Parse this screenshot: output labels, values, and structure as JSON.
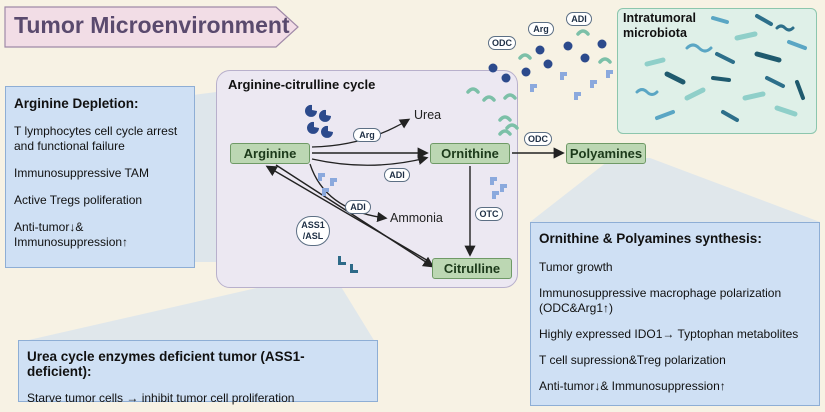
{
  "banner": {
    "title": "Tumor Microenvironment"
  },
  "arginine_panel": {
    "title": "Arginine Depletion:",
    "items": [
      "T lymphocytes cell cycle arrest and functional failure",
      "Immunosuppressive TAM",
      "Active Tregs poliferation",
      "Anti-tumor↓& Immunosuppression↑"
    ]
  },
  "cycle": {
    "title": "Arginine-citrulline cycle",
    "nodes": {
      "arginine": "Arginine",
      "ornithine": "Ornithine",
      "citrulline": "Citrulline",
      "polyamines": "Polyamines"
    },
    "products": {
      "urea": "Urea",
      "ammonia": "Ammonia"
    },
    "enzymes": {
      "arg": "Arg",
      "adi_top": "ADI",
      "adi_mid": "ADI",
      "ass1_line1": "ASS1",
      "ass1_line2": "/ASL",
      "otc": "OTC",
      "odc_cycle": "ODC"
    }
  },
  "microbiota": {
    "title_line1": "Intratumoral",
    "title_line2": "microbiota",
    "enzymes": {
      "odc": "ODC",
      "arg": "Arg",
      "adi": "ADI"
    }
  },
  "ornithine_panel": {
    "title": "Ornithine & Polyamines synthesis:",
    "items": [
      "Tumor growth",
      "Immunosuppressive  macrophage polarization (ODC&Arg1↑)",
      "Highly expressed IDO1→ Typtophan metabolites",
      "T cell supression&Treg polarization",
      "Anti-tumor↓& Immunosuppression↑"
    ]
  },
  "urea_panel": {
    "title": "Urea cycle enzymes deficient tumor (ASS1-deficient):",
    "text": "Starve tumor cells → inhibit tumor cell proliferation"
  },
  "colors": {
    "background": "#f7f2e4",
    "banner_fill": "#f2dde6",
    "panel_blue": "#cfe0f4",
    "cycle_panel": "#ece8f2",
    "node_green": "#bcd7b3",
    "microbiota_panel": "#dff0e8"
  }
}
